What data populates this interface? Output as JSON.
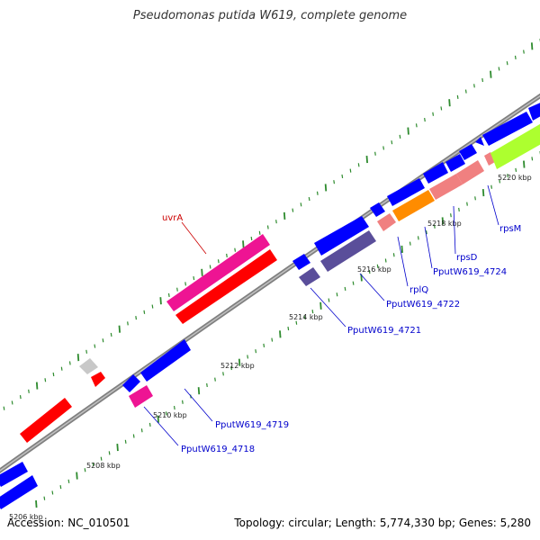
{
  "title": "Pseudomonas putida W619, complete genome",
  "footer": {
    "accession": "Accession: NC_010501",
    "stats": "Topology: circular; Length: 5,774,330 bp; Genes: 5,280"
  },
  "tick_labels": [
    "5206 kbp",
    "5208 kbp",
    "5210 kbp",
    "5212 kbp",
    "5214 kbp",
    "5216 kbp",
    "5218 kbp",
    "5220 kbp"
  ],
  "gene_labels": [
    {
      "text": "uvrA",
      "color": "#cc0000"
    },
    {
      "text": "PputW619_4718",
      "color": "#0000cc"
    },
    {
      "text": "PputW619_4719",
      "color": "#0000cc"
    },
    {
      "text": "PputW619_4721",
      "color": "#0000cc"
    },
    {
      "text": "PputW619_4722",
      "color": "#0000cc"
    },
    {
      "text": "rplQ",
      "color": "#0000cc"
    },
    {
      "text": "PputW619_4724",
      "color": "#0000cc"
    },
    {
      "text": "rpsD",
      "color": "#0000cc"
    },
    {
      "text": "rpsM",
      "color": "#0000cc"
    }
  ],
  "colors": {
    "backbone": "#808080",
    "cds_forward": "#0000ff",
    "cds_reverse": "#5a4e9a",
    "uvrA_pink": "#ee1493",
    "red_gene": "#ff0000",
    "rrna_pink": "#f08080",
    "orange_gene": "#ff8c00",
    "lime_gene": "#adff2f",
    "grey_gene": "#c8c8c8",
    "tick_green": "#2e8b2e"
  }
}
